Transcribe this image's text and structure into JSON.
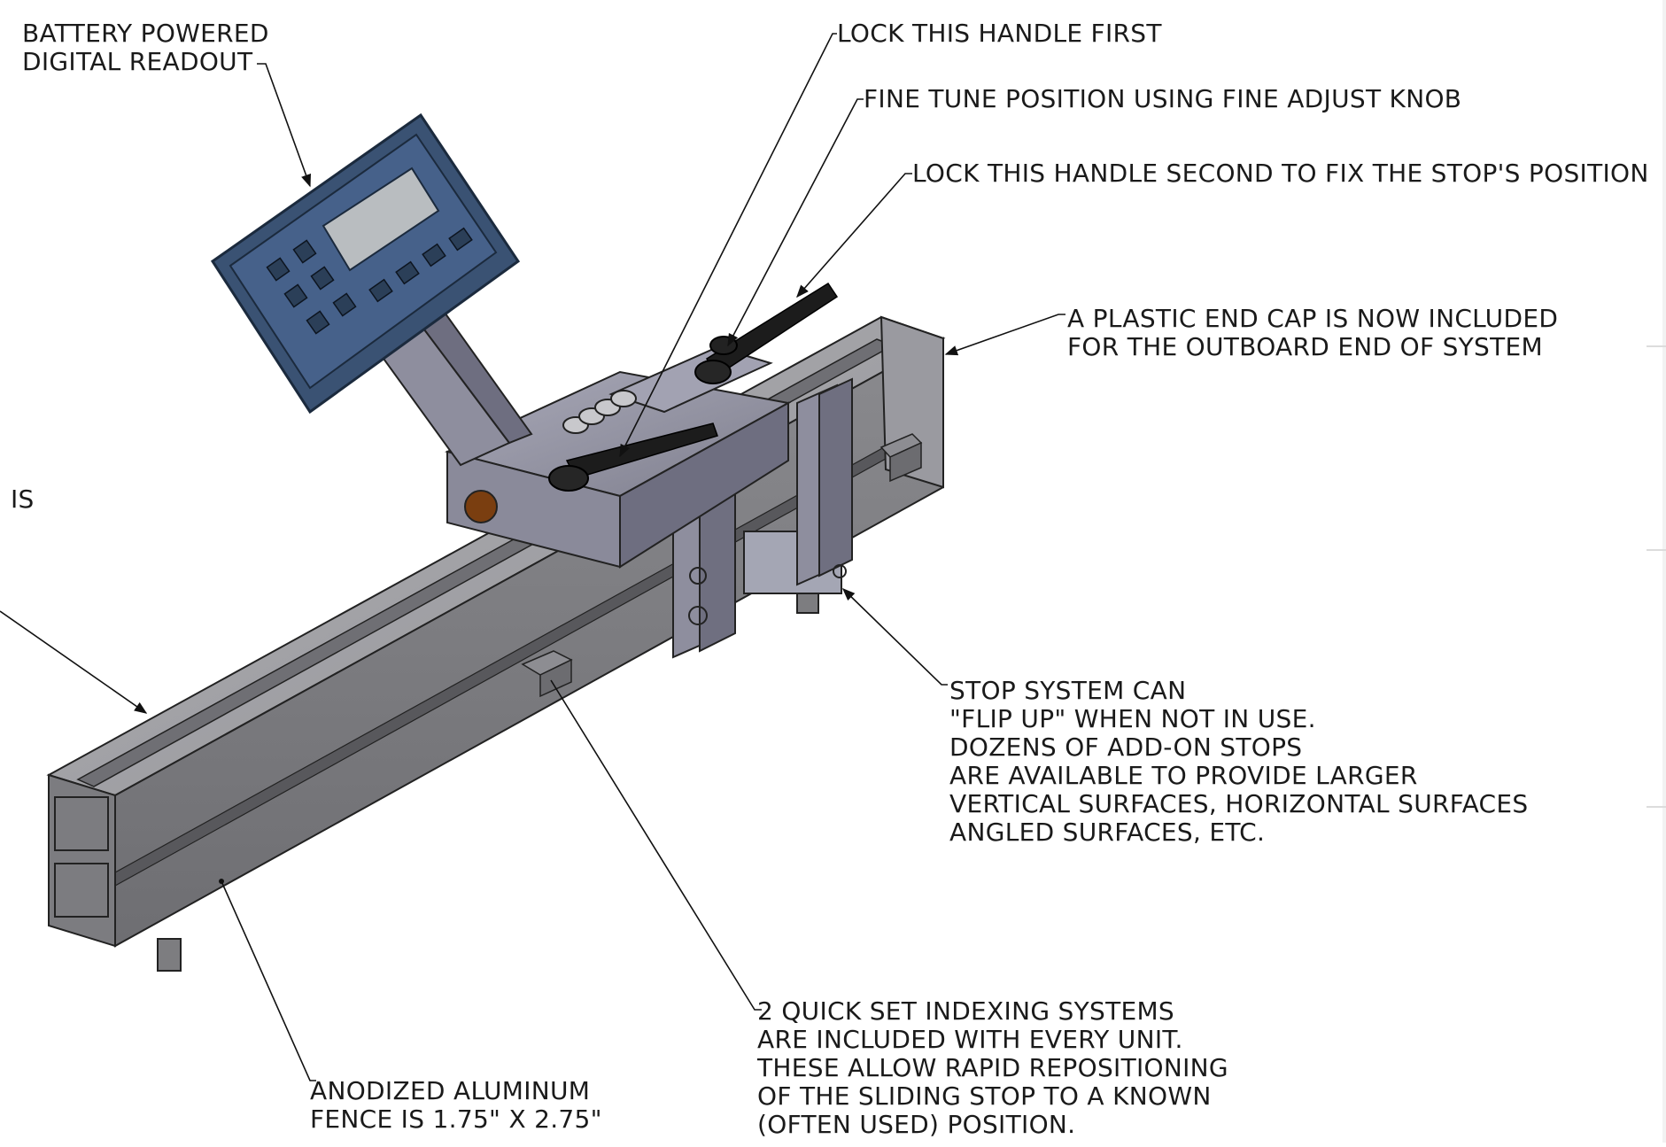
{
  "callouts": {
    "digital_readout": [
      "BATTERY POWERED",
      "DIGITAL READOUT"
    ],
    "lock_first": "LOCK THIS HANDLE FIRST",
    "fine_tune": "FINE TUNE POSITION USING FINE ADJUST KNOB",
    "lock_second": "LOCK THIS HANDLE SECOND TO FIX THE STOP'S POSITION",
    "end_cap": [
      "A PLASTIC END CAP IS NOW INCLUDED",
      "FOR THE OUTBOARD END OF SYSTEM"
    ],
    "left_partial": "IS",
    "flip_up": [
      "STOP SYSTEM CAN",
      "\"FLIP UP\" WHEN NOT IN USE.",
      "DOZENS OF ADD-ON STOPS",
      "ARE AVAILABLE TO PROVIDE LARGER",
      "VERTICAL SURFACES, HORIZONTAL SURFACES",
      "ANGLED SURFACES, ETC."
    ],
    "indexing": [
      "2 QUICK SET INDEXING SYSTEMS",
      "ARE INCLUDED WITH EVERY UNIT.",
      "THESE ALLOW RAPID REPOSITIONING",
      "OF THE SLIDING STOP TO A KNOWN",
      "(OFTEN USED) POSITION."
    ],
    "fence": [
      "ANODIZED ALUMINUM",
      "FENCE IS 1.75\" X 2.75\""
    ]
  },
  "colors": {
    "fence": "#8d8d91",
    "stop_block": "#8a8a9a",
    "readout": "#3a5273",
    "handle": "#1c1c1c",
    "knob": "#7a3e10"
  }
}
